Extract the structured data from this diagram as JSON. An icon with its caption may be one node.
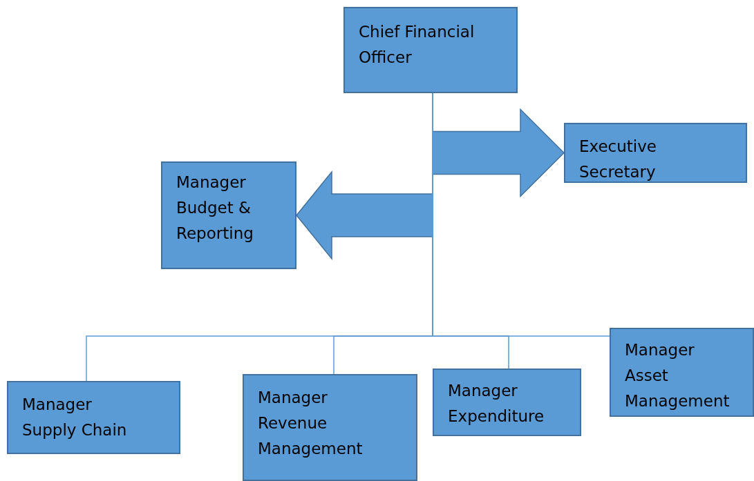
{
  "diagram": {
    "nodes": [
      {
        "text": [
          "Chief Financial Officer"
        ]
      },
      {
        "text": [
          "Executive Secretary"
        ]
      },
      {
        "text": [
          "Manager Budget & Reporting"
        ]
      },
      {
        "text": [
          "Manager Supply Chain"
        ]
      },
      {
        "text": [
          "Manager Revenue Management"
        ]
      },
      {
        "text": [
          "Manager Expenditure"
        ]
      },
      {
        "text": [
          "Manager Asset Management"
        ]
      }
    ],
    "edges": [
      {
        "from": 0,
        "to": 1,
        "arrow": "to",
        "style": "thick"
      },
      {
        "from": 0,
        "to": 2,
        "arrow": "to",
        "style": "thick"
      },
      {
        "from": 0,
        "to": 3,
        "arrow": "none"
      },
      {
        "from": 0,
        "to": 4,
        "arrow": "none"
      },
      {
        "from": 0,
        "to": 5,
        "arrow": "none"
      },
      {
        "from": 0,
        "to": 6,
        "arrow": "none"
      }
    ]
  }
}
